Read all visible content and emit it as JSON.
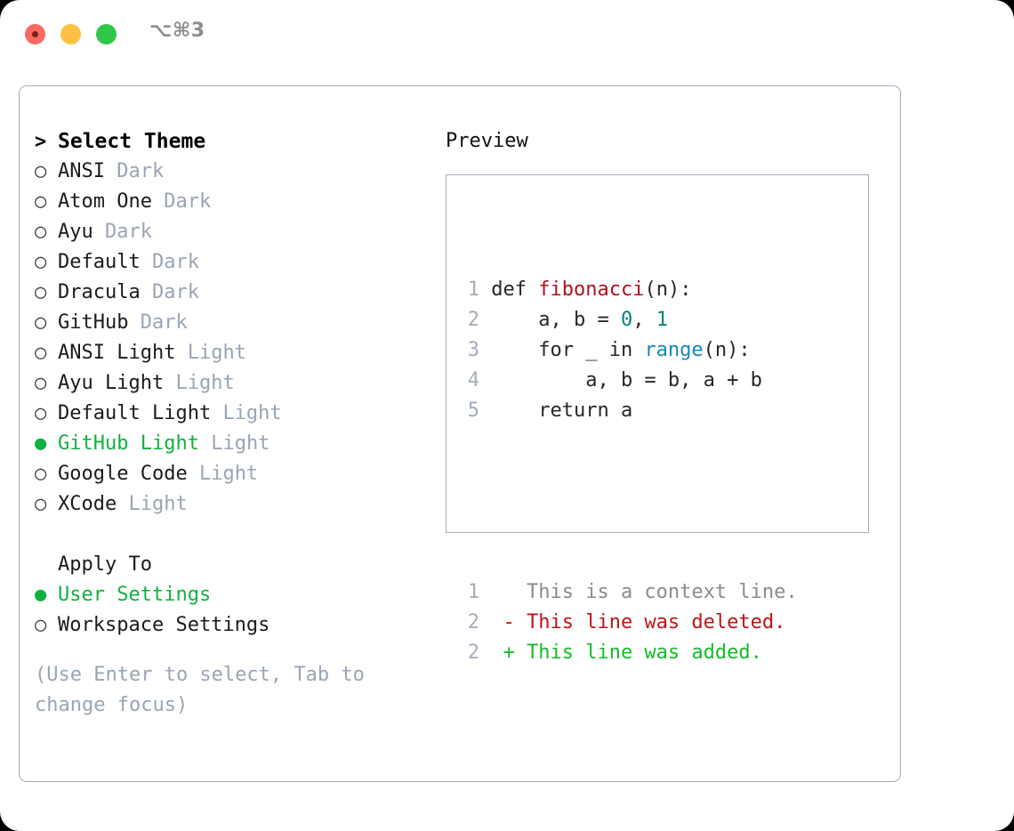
{
  "titlebar": {
    "shortcut": "⌥⌘3",
    "buttons": [
      {
        "name": "close",
        "color": "#fb6a62"
      },
      {
        "name": "minimize",
        "color": "#fcc043"
      },
      {
        "name": "maximize",
        "color": "#2ec748"
      }
    ]
  },
  "theme_list": {
    "header": {
      "marker": ">",
      "label": "Select Theme"
    },
    "items": [
      {
        "marker": "○",
        "label": "ANSI",
        "suffix": "Dark",
        "selected": false
      },
      {
        "marker": "○",
        "label": "Atom One",
        "suffix": "Dark",
        "selected": false
      },
      {
        "marker": "○",
        "label": "Ayu",
        "suffix": "Dark",
        "selected": false
      },
      {
        "marker": "○",
        "label": "Default",
        "suffix": "Dark",
        "selected": false
      },
      {
        "marker": "○",
        "label": "Dracula",
        "suffix": "Dark",
        "selected": false
      },
      {
        "marker": "○",
        "label": "GitHub",
        "suffix": "Dark",
        "selected": false
      },
      {
        "marker": "○",
        "label": "ANSI Light",
        "suffix": "Light",
        "selected": false
      },
      {
        "marker": "○",
        "label": "Ayu Light",
        "suffix": "Light",
        "selected": false
      },
      {
        "marker": "○",
        "label": "Default Light",
        "suffix": "Light",
        "selected": false
      },
      {
        "marker": "●",
        "label": "GitHub Light",
        "suffix": "Light",
        "selected": true
      },
      {
        "marker": "○",
        "label": "Google Code",
        "suffix": "Light",
        "selected": false
      },
      {
        "marker": "○",
        "label": "XCode",
        "suffix": "Light",
        "selected": false
      }
    ]
  },
  "apply_to": {
    "header": "Apply To",
    "items": [
      {
        "marker": "●",
        "label": "User Settings",
        "selected": true
      },
      {
        "marker": "○",
        "label": "Workspace Settings",
        "selected": false
      }
    ]
  },
  "hint": "(Use Enter to select, Tab to change focus)",
  "preview": {
    "title": "Preview",
    "code_lines": [
      {
        "num": "1",
        "tokens": [
          {
            "t": "def ",
            "c": "plain"
          },
          {
            "t": "fibonacci",
            "c": "fn"
          },
          {
            "t": "(n):",
            "c": "plain"
          }
        ]
      },
      {
        "num": "2",
        "tokens": [
          {
            "t": "    a, b = ",
            "c": "plain"
          },
          {
            "t": "0",
            "c": "num"
          },
          {
            "t": ", ",
            "c": "plain"
          },
          {
            "t": "1",
            "c": "num"
          }
        ]
      },
      {
        "num": "3",
        "tokens": [
          {
            "t": "    for _ in ",
            "c": "plain"
          },
          {
            "t": "range",
            "c": "call"
          },
          {
            "t": "(n):",
            "c": "plain"
          }
        ]
      },
      {
        "num": "4",
        "tokens": [
          {
            "t": "        a, b = b, a + b",
            "c": "plain"
          }
        ]
      },
      {
        "num": "5",
        "tokens": [
          {
            "t": "    return a",
            "c": "plain"
          }
        ]
      }
    ],
    "diff_lines": [
      {
        "num": "1",
        "sign": " ",
        "text": "This is a context line.",
        "kind": "context"
      },
      {
        "num": "2",
        "sign": "-",
        "text": "This line was deleted.",
        "kind": "del"
      },
      {
        "num": "2",
        "sign": "+",
        "text": "This line was added.",
        "kind": "add"
      }
    ]
  },
  "colors": {
    "accent_green": "#0fb23e",
    "muted": "#9aa5b4",
    "border": "#a4adbb",
    "fn_red": "#b01020",
    "num_teal": "#00857a",
    "call_blue": "#1389b8",
    "diff_del": "#c01418",
    "diff_add": "#16bb2a"
  }
}
